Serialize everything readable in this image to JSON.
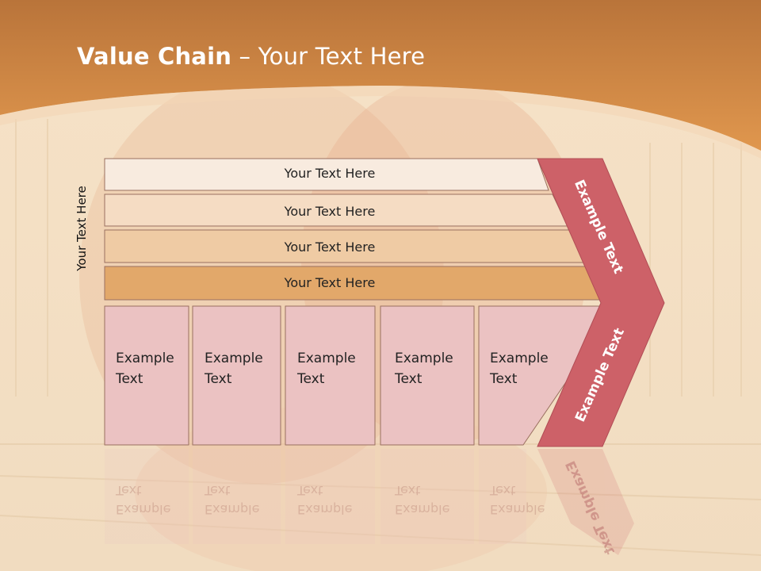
{
  "slide": {
    "title_bold": "Value Chain",
    "title_rest": " – Your Text Here",
    "side_label": "Your Text Here",
    "bars": [
      {
        "label": "Your Text Here",
        "color": "#f8ebdf"
      },
      {
        "label": "Your Text Here",
        "color": "#f5dcc3"
      },
      {
        "label": "Your Text Here",
        "color": "#efcba4"
      },
      {
        "label": "Your Text Here",
        "color": "#e2a86a"
      }
    ],
    "boxes": [
      {
        "line1": "Example",
        "line2": "Text"
      },
      {
        "line1": "Example",
        "line2": "Text"
      },
      {
        "line1": "Example",
        "line2": "Text"
      },
      {
        "line1": "Example",
        "line2": "Text"
      },
      {
        "line1": "Example",
        "line2": "Text"
      }
    ],
    "chevron_top": "Example Text",
    "chevron_bottom": "Example Text",
    "colors": {
      "header": "#d8914a",
      "box": "#ebc2c2",
      "chevron": "#cd6168",
      "outline": "#9a7060"
    }
  }
}
